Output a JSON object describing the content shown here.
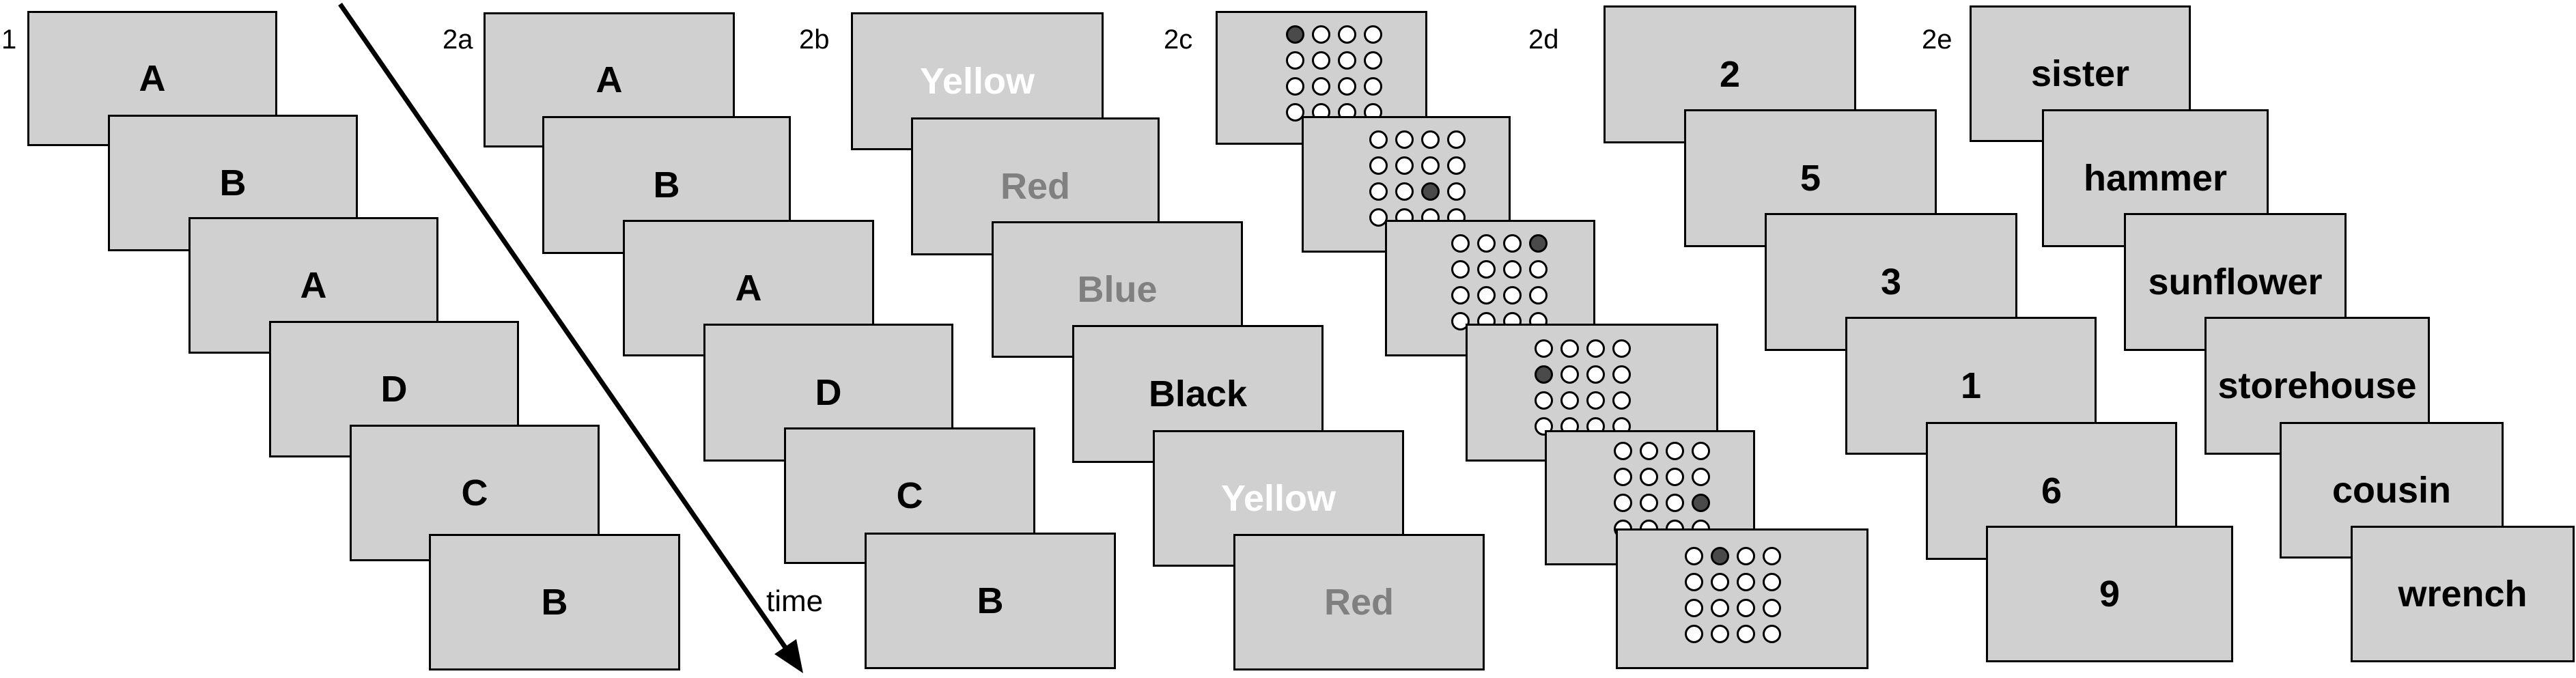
{
  "time_label": "time",
  "panels": [
    {
      "label": "1",
      "cards": [
        {
          "text": "A",
          "color": "#000000"
        },
        {
          "text": "B",
          "color": "#000000"
        },
        {
          "text": "A",
          "color": "#000000"
        },
        {
          "text": "D",
          "color": "#000000"
        },
        {
          "text": "C",
          "color": "#000000"
        },
        {
          "text": "B",
          "color": "#000000"
        }
      ]
    },
    {
      "label": "2a",
      "cards": [
        {
          "text": "A",
          "color": "#000000"
        },
        {
          "text": "B",
          "color": "#000000"
        },
        {
          "text": "A",
          "color": "#000000"
        },
        {
          "text": "D",
          "color": "#000000"
        },
        {
          "text": "C",
          "color": "#000000"
        },
        {
          "text": "B",
          "color": "#000000"
        }
      ]
    },
    {
      "label": "2b",
      "cards": [
        {
          "text": "Yellow",
          "color": "#ffffff"
        },
        {
          "text": "Red",
          "color": "#808080"
        },
        {
          "text": "Blue",
          "color": "#808080"
        },
        {
          "text": "Black",
          "color": "#000000"
        },
        {
          "text": "Yellow",
          "color": "#ffffff"
        },
        {
          "text": "Red",
          "color": "#808080"
        }
      ]
    },
    {
      "label": "2c",
      "cards": [
        {
          "highlight": [
            0,
            0
          ]
        },
        {
          "highlight": [
            2,
            2
          ]
        },
        {
          "highlight": [
            0,
            3
          ]
        },
        {
          "highlight": [
            1,
            0
          ]
        },
        {
          "highlight": [
            2,
            3
          ]
        },
        {
          "highlight": [
            0,
            1
          ]
        }
      ]
    },
    {
      "label": "2d",
      "cards": [
        {
          "text": "2",
          "color": "#000000"
        },
        {
          "text": "5",
          "color": "#000000"
        },
        {
          "text": "3",
          "color": "#000000"
        },
        {
          "text": "1",
          "color": "#000000"
        },
        {
          "text": "6",
          "color": "#000000"
        },
        {
          "text": "9",
          "color": "#000000"
        }
      ]
    },
    {
      "label": "2e",
      "cards": [
        {
          "text": "sister",
          "color": "#000000"
        },
        {
          "text": "hammer",
          "color": "#000000"
        },
        {
          "text": "sunflower",
          "color": "#000000"
        },
        {
          "text": "storehouse",
          "color": "#000000"
        },
        {
          "text": "cousin",
          "color": "#000000"
        },
        {
          "text": "wrench",
          "color": "#000000"
        }
      ]
    }
  ]
}
